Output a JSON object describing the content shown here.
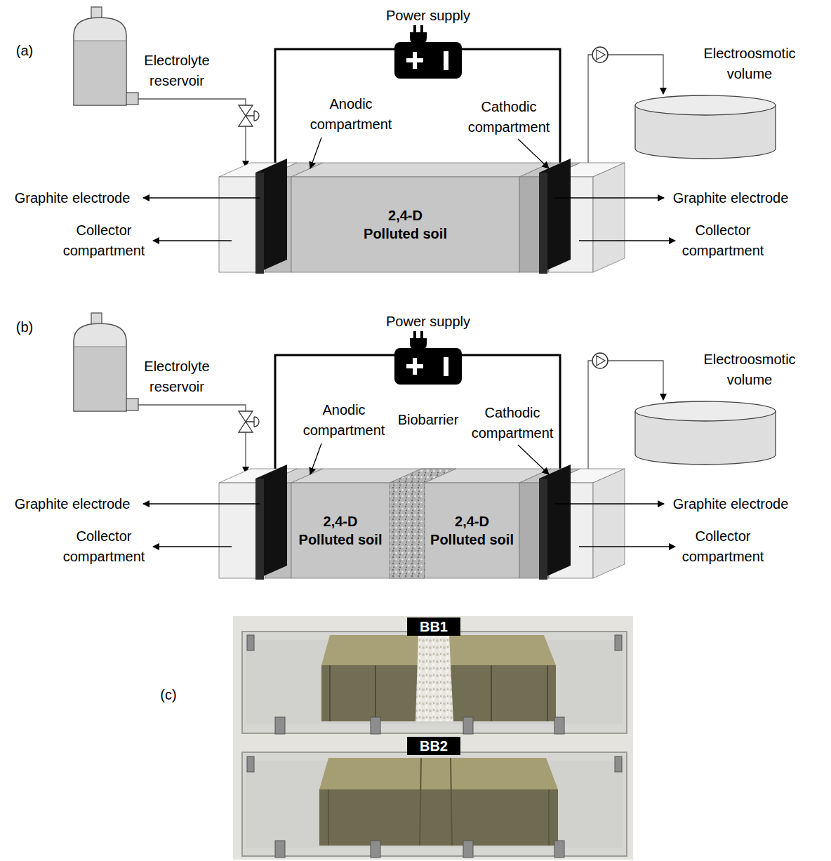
{
  "diagram": {
    "nodes": [
      {
        "text": [
          "2,4-D Polluted soil"
        ]
      },
      {
        "text": [
          "2,4-D Polluted soil"
        ]
      },
      {
        "text": [
          "2,4-D Polluted soil"
        ]
      },
      {
        "text": [
          "BB1"
        ]
      },
      {
        "text": [
          "BB2"
        ]
      }
    ],
    "labels": [
      "(a)",
      "Power supply",
      "Electrolyte reservoir",
      "Electroosmotic volume",
      "Anodic compartment",
      "Cathodic compartment",
      "Graphite electrode",
      "Graphite electrode",
      "Collector compartment",
      "Collector compartment",
      "(b)",
      "Power supply",
      "Electrolyte reservoir",
      "Electroosmotic volume",
      "Anodic compartment",
      "Biobarrier",
      "Cathodic compartment",
      "Graphite electrode",
      "Graphite electrode",
      "Collector compartment",
      "Collector compartment",
      "(c)"
    ]
  }
}
